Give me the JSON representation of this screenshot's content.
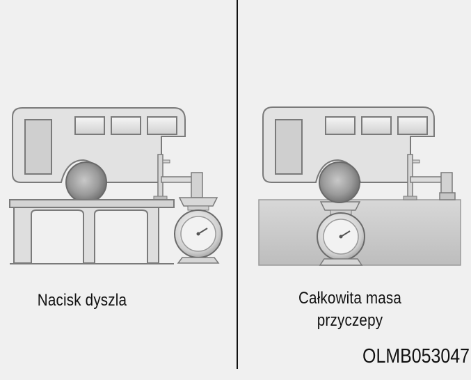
{
  "panels": {
    "left": {
      "caption": "Nacisk dyszla"
    },
    "right": {
      "caption_line1": "Całkowita masa",
      "caption_line2": "przyczepy"
    }
  },
  "figure_code": "OLMB053047",
  "colors": {
    "background": "#f0f0f0",
    "trailer_fill": "#e2e2e2",
    "outline": "#7a7a7a",
    "divider": "#111111"
  }
}
